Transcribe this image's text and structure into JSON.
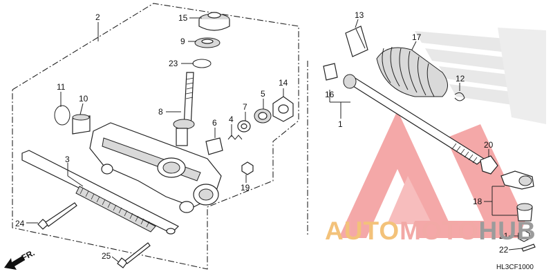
{
  "diagram": {
    "drawing_code": "HL3CF1000",
    "front_marker": "FR.",
    "callouts": [
      {
        "id": "n1",
        "label": "1"
      },
      {
        "id": "n2",
        "label": "2"
      },
      {
        "id": "n3",
        "label": "3"
      },
      {
        "id": "n4",
        "label": "4"
      },
      {
        "id": "n5",
        "label": "5"
      },
      {
        "id": "n6",
        "label": "6"
      },
      {
        "id": "n7",
        "label": "7"
      },
      {
        "id": "n8",
        "label": "8"
      },
      {
        "id": "n9",
        "label": "9"
      },
      {
        "id": "n10",
        "label": "10"
      },
      {
        "id": "n11",
        "label": "11"
      },
      {
        "id": "n12",
        "label": "12"
      },
      {
        "id": "n13",
        "label": "13"
      },
      {
        "id": "n14",
        "label": "14"
      },
      {
        "id": "n15",
        "label": "15"
      },
      {
        "id": "n16",
        "label": "16"
      },
      {
        "id": "n17",
        "label": "17"
      },
      {
        "id": "n18",
        "label": "18"
      },
      {
        "id": "n19",
        "label": "19"
      },
      {
        "id": "n20",
        "label": "20"
      },
      {
        "id": "n21",
        "label": "21"
      },
      {
        "id": "n22",
        "label": "22"
      },
      {
        "id": "n23",
        "label": "23"
      },
      {
        "id": "n24",
        "label": "24"
      },
      {
        "id": "n25",
        "label": "25"
      }
    ]
  },
  "watermark": {
    "part1": "AUTO",
    "part2": "MOTO",
    "part3": "HUB",
    "colors": {
      "auto": "#f4c47a",
      "moto": "#f2a7a4",
      "hub": "#9a9a9a",
      "triangle": "#f08a8a"
    }
  },
  "background_logo": {
    "color": "#e3e3e3"
  }
}
